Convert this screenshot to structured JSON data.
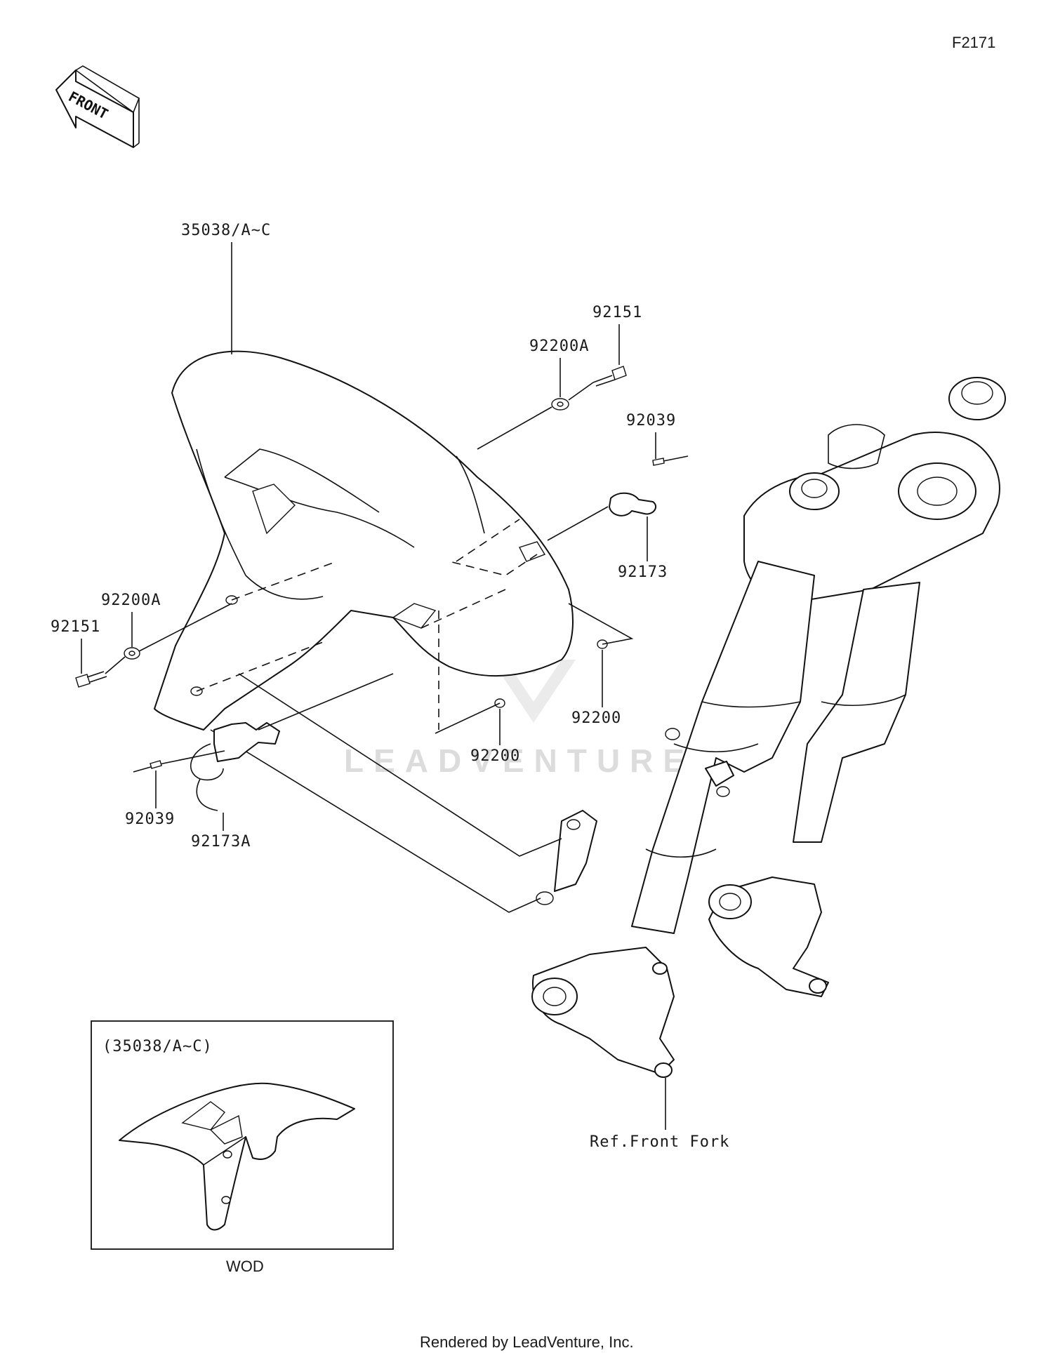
{
  "diagram_code": "F2171",
  "front_arrow_label": "FRONT",
  "callouts": {
    "fender": "35038/A~C",
    "bolt_right": "92151",
    "washer_right": "92200A",
    "pin_right": "92039",
    "clamp_right": "92173",
    "nut_right": "92200",
    "nut_center": "92200",
    "washer_left": "92200A",
    "bolt_left": "92151",
    "pin_left": "92039",
    "clamp_left": "92173A",
    "front_fork_ref": "Ref.Front Fork"
  },
  "inset": {
    "title": "(35038/A~C)",
    "caption": "WOD"
  },
  "watermark": "LEADVENTURE",
  "footer": "Rendered by LeadVenture, Inc."
}
